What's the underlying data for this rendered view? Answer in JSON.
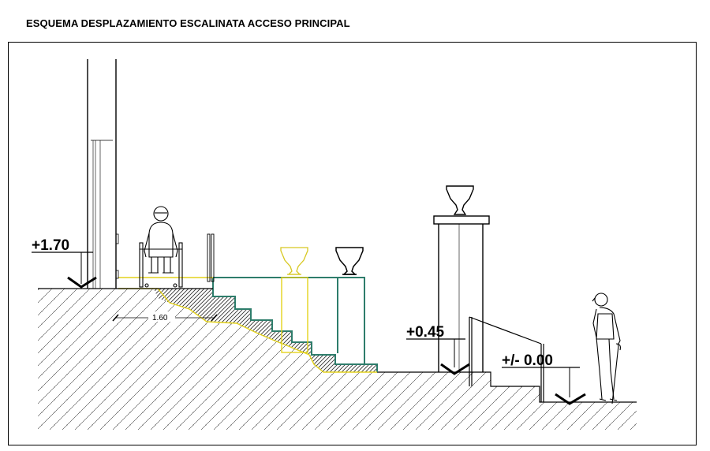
{
  "drawing": {
    "title": "ESQUEMA DESPLAZAMIENTO ESCALINATA ACCESO PRINCIPAL",
    "levels": {
      "upper": "+1.70",
      "middle": "+0.45",
      "ground": "+/- 0.00"
    },
    "dimension": "1.60"
  },
  "colors": {
    "line": "#000000",
    "ramp_outline": "#2e7d6b",
    "yellow_edge": "#e3d21d",
    "stair_fill": "#555555"
  }
}
